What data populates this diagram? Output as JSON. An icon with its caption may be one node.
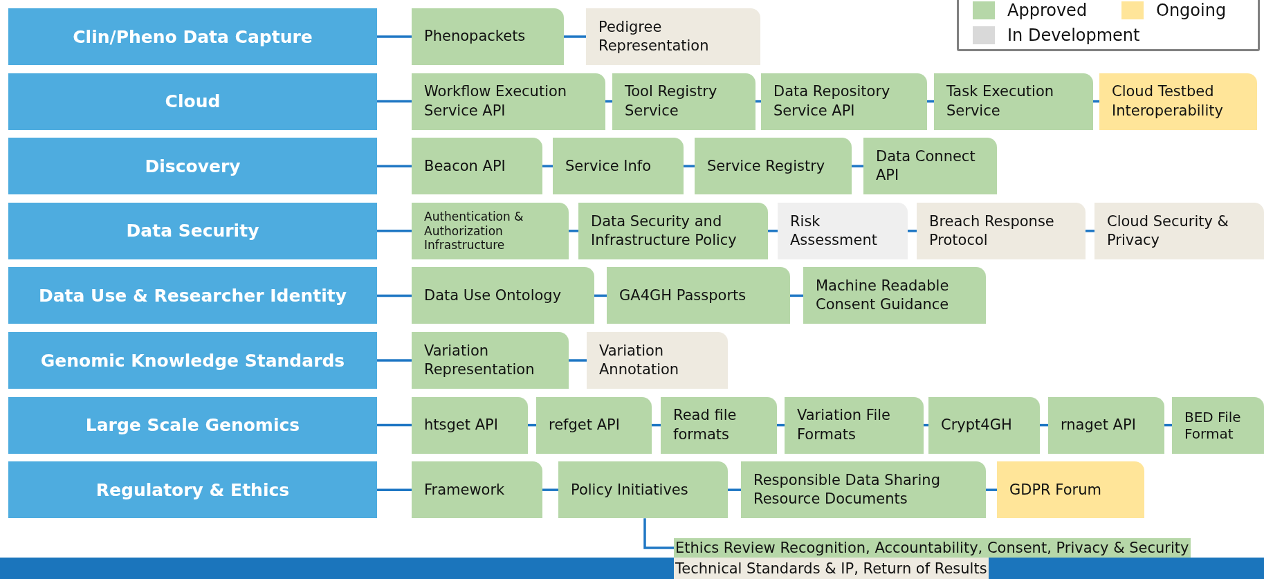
{
  "diagram": {
    "nodes": [
      {
        "text": [
          "Clin/Pheno Data Capture"
        ]
      },
      {
        "text": [
          "Phenopackets"
        ]
      },
      {
        "text": [
          "Pedigree Representation"
        ]
      },
      {
        "text": [
          "Cloud"
        ]
      },
      {
        "text": [
          "Workflow Execution Service API"
        ]
      },
      {
        "text": [
          "Tool Registry Service"
        ]
      },
      {
        "text": [
          "Data Repository Service API"
        ]
      },
      {
        "text": [
          "Task Execution Service"
        ]
      },
      {
        "text": [
          "Cloud Testbed Interoperability"
        ]
      },
      {
        "text": [
          "Discovery"
        ]
      },
      {
        "text": [
          "Beacon API"
        ]
      },
      {
        "text": [
          "Service Info"
        ]
      },
      {
        "text": [
          "Service Registry"
        ]
      },
      {
        "text": [
          "Data Connect API"
        ]
      },
      {
        "text": [
          "Data Security"
        ]
      },
      {
        "text": [
          "Authentication & Authorization Infrastructure"
        ]
      },
      {
        "text": [
          "Data Security and Infrastructure Policy"
        ]
      },
      {
        "text": [
          "Risk Assessment"
        ]
      },
      {
        "text": [
          "Breach Response Protocol"
        ]
      },
      {
        "text": [
          "Cloud Security & Privacy"
        ]
      },
      {
        "text": [
          "Data Use & Researcher Identity"
        ]
      },
      {
        "text": [
          "Data Use Ontology"
        ]
      },
      {
        "text": [
          "GA4GH Passports"
        ]
      },
      {
        "text": [
          "Machine Readable Consent Guidance"
        ]
      },
      {
        "text": [
          "Genomic Knowledge Standards"
        ]
      },
      {
        "text": [
          "Variation Representation"
        ]
      },
      {
        "text": [
          "Variation Annotation"
        ]
      },
      {
        "text": [
          "Large Scale Genomics"
        ]
      },
      {
        "text": [
          "htsget API"
        ]
      },
      {
        "text": [
          "refget API"
        ]
      },
      {
        "text": [
          "Read file formats"
        ]
      },
      {
        "text": [
          "Variation File Formats"
        ]
      },
      {
        "text": [
          "Crypt4GH"
        ]
      },
      {
        "text": [
          "rnaget API"
        ]
      },
      {
        "text": [
          "BED File Format"
        ]
      },
      {
        "text": [
          "Regulatory & Ethics"
        ]
      },
      {
        "text": [
          "Framework"
        ]
      },
      {
        "text": [
          "Policy Initiatives"
        ]
      },
      {
        "text": [
          "Responsible Data Sharing Resource Documents"
        ]
      },
      {
        "text": [
          "GDPR Forum"
        ]
      },
      {
        "text": [
          "Ethics Review Recognition, Accountability, Consent, Privacy & Security"
        ]
      },
      {
        "text": [
          "Technical Standards & IP, Return of Results"
        ]
      }
    ],
    "edges": [
      {
        "from": 0,
        "to": 1,
        "arrow": "none"
      },
      {
        "from": 1,
        "to": 2,
        "arrow": "none"
      },
      {
        "from": 3,
        "to": 4,
        "arrow": "none"
      },
      {
        "from": 4,
        "to": 5,
        "arrow": "none"
      },
      {
        "from": 5,
        "to": 6,
        "arrow": "none"
      },
      {
        "from": 6,
        "to": 7,
        "arrow": "none"
      },
      {
        "from": 7,
        "to": 8,
        "arrow": "none"
      },
      {
        "from": 9,
        "to": 10,
        "arrow": "none"
      },
      {
        "from": 10,
        "to": 11,
        "arrow": "none"
      },
      {
        "from": 11,
        "to": 12,
        "arrow": "none"
      },
      {
        "from": 12,
        "to": 13,
        "arrow": "none"
      },
      {
        "from": 14,
        "to": 15,
        "arrow": "none"
      },
      {
        "from": 15,
        "to": 16,
        "arrow": "none"
      },
      {
        "from": 16,
        "to": 17,
        "arrow": "none"
      },
      {
        "from": 17,
        "to": 18,
        "arrow": "none"
      },
      {
        "from": 18,
        "to": 19,
        "arrow": "none"
      },
      {
        "from": 20,
        "to": 21,
        "arrow": "none"
      },
      {
        "from": 21,
        "to": 22,
        "arrow": "none"
      },
      {
        "from": 22,
        "to": 23,
        "arrow": "none"
      },
      {
        "from": 24,
        "to": 25,
        "arrow": "none"
      },
      {
        "from": 25,
        "to": 26,
        "arrow": "none"
      },
      {
        "from": 27,
        "to": 28,
        "arrow": "none"
      },
      {
        "from": 28,
        "to": 29,
        "arrow": "none"
      },
      {
        "from": 29,
        "to": 30,
        "arrow": "none"
      },
      {
        "from": 30,
        "to": 31,
        "arrow": "none"
      },
      {
        "from": 31,
        "to": 32,
        "arrow": "none"
      },
      {
        "from": 32,
        "to": 33,
        "arrow": "none"
      },
      {
        "from": 33,
        "to": 34,
        "arrow": "none"
      },
      {
        "from": 35,
        "to": 36,
        "arrow": "none"
      },
      {
        "from": 36,
        "to": 37,
        "arrow": "none"
      },
      {
        "from": 37,
        "to": 38,
        "arrow": "none"
      },
      {
        "from": 38,
        "to": 39,
        "arrow": "none"
      },
      {
        "from": 37,
        "to": 40,
        "arrow": "none"
      }
    ],
    "legend": [
      {
        "text": "Approved",
        "color": "#b6d7a8"
      },
      {
        "text": "Ongoing",
        "color": "#ffe599"
      },
      {
        "text": "In Development",
        "color": "#d9d9d9"
      }
    ]
  }
}
